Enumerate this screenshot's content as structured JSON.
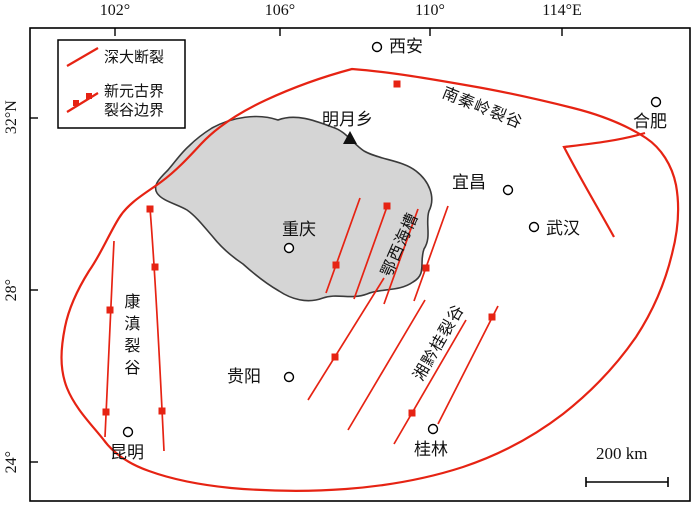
{
  "figure": {
    "axis": {
      "top": [
        "102°",
        "106°",
        "110°",
        "114°E"
      ],
      "left": [
        "32°N",
        "28°",
        "24°"
      ]
    },
    "legend": {
      "fault_label": "深大断裂",
      "rift_label_line1": "新元古界",
      "rift_label_line2": "裂谷边界"
    },
    "cities": {
      "xian": "西安",
      "hefei": "合肥",
      "mingyuexiang": "明月乡",
      "yichang": "宜昌",
      "wuhan": "武汉",
      "chongqing": "重庆",
      "guiyang": "贵阳",
      "kunming": "昆明",
      "guilin": "桂林"
    },
    "rifts": {
      "nanqinling": "南秦岭裂谷",
      "exi": "鄂西海槽",
      "xiangqiangui": "湘黔桂裂谷",
      "kangdian": "康滇裂谷"
    },
    "scale_label": "200 km",
    "colors": {
      "fault_red": "#e62313",
      "basin_gray": "#d5d5d5",
      "frame_black": "#000000"
    }
  }
}
